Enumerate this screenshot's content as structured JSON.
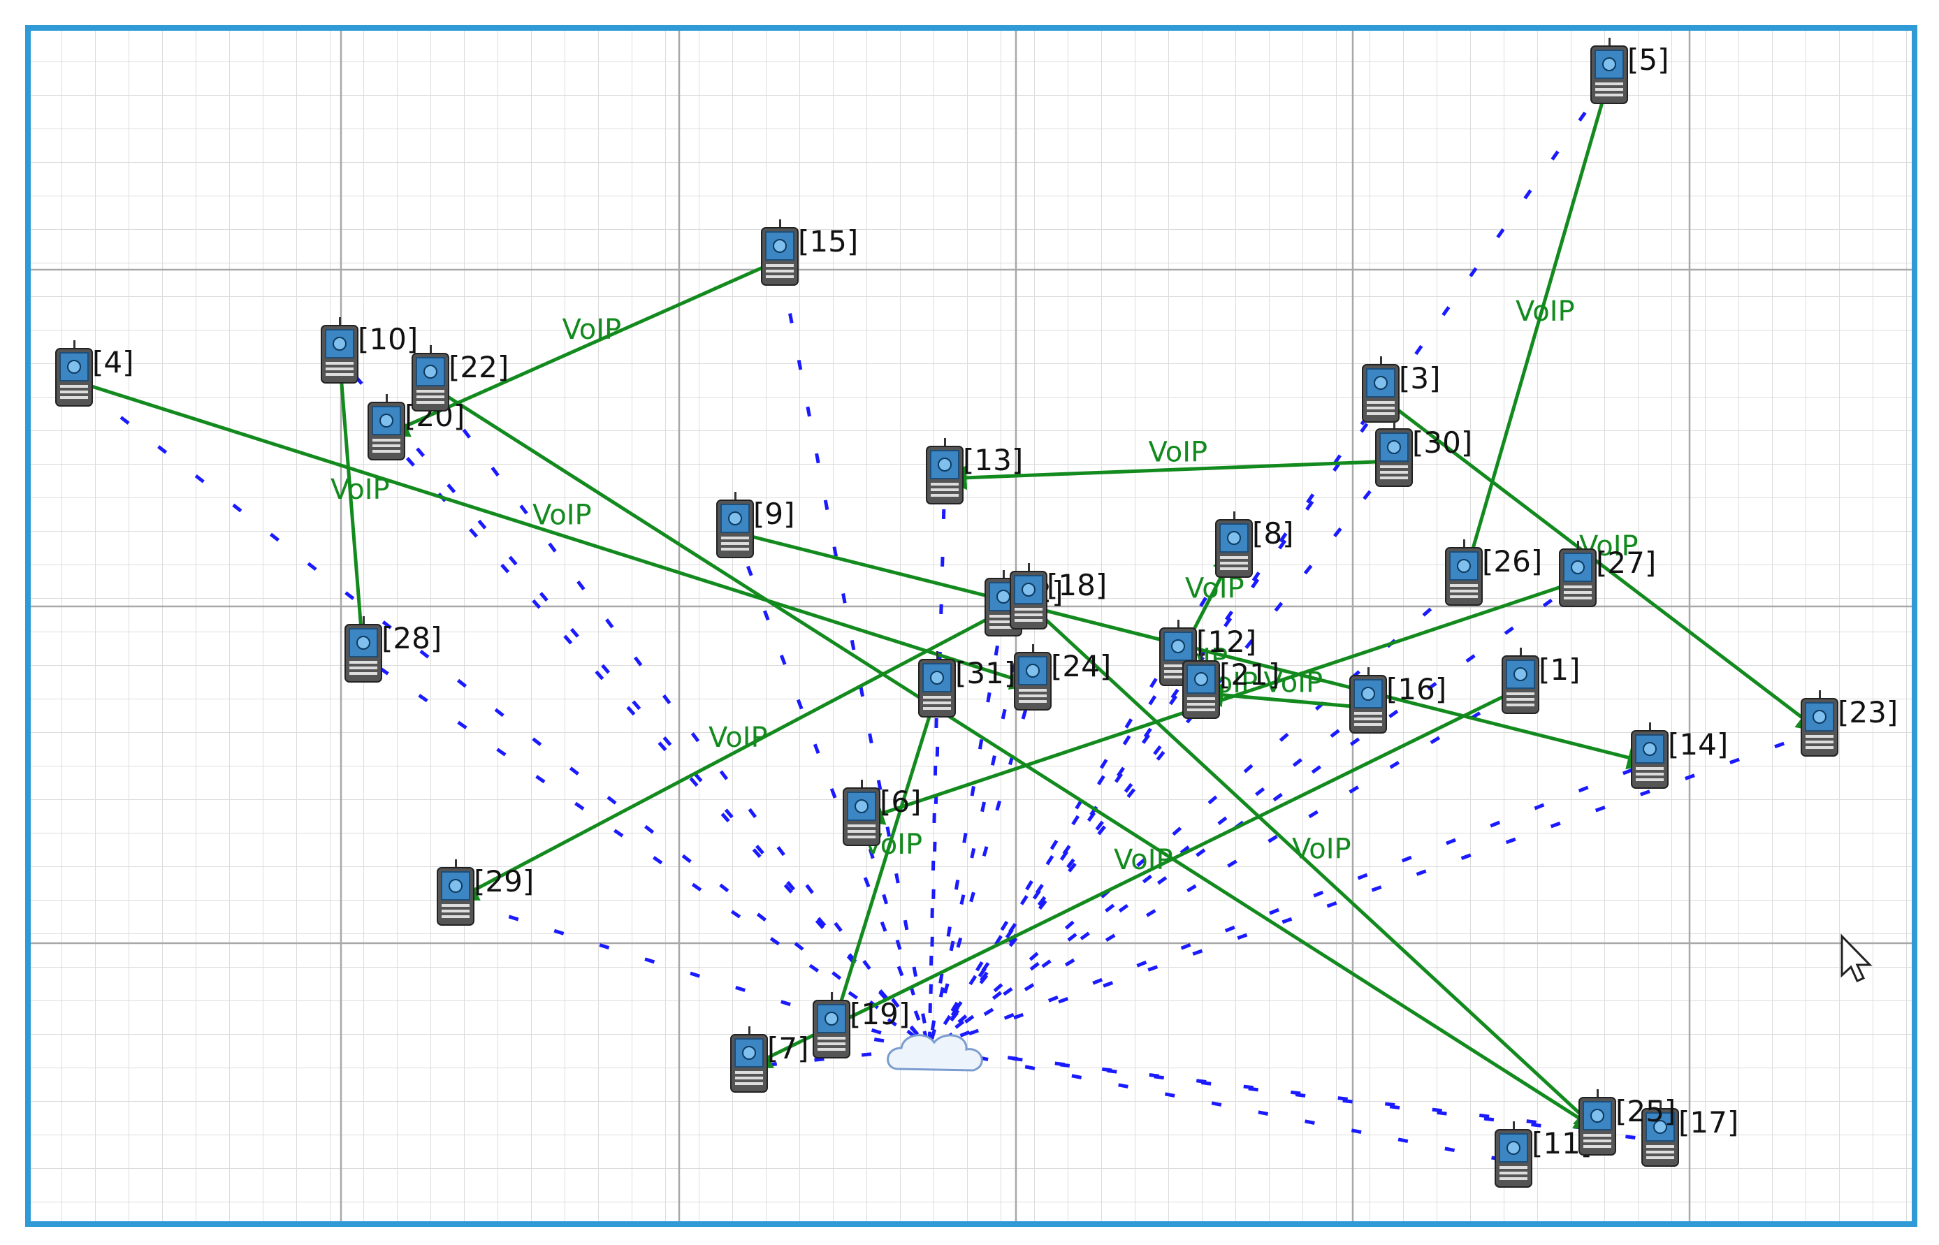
{
  "colors": {
    "frame": "#2f9ad6",
    "grid_minor": "#dcdcdc",
    "grid_major": "#a8a8a8",
    "flow": "#138a1e",
    "trace": "#1a1aff",
    "node_body": "#4a4a4a",
    "node_screen": "#2a78b8"
  },
  "icons": {
    "node": "mobile-phone-icon",
    "cloud": "cloud-icon",
    "cursor": "mouse-pointer-icon"
  },
  "nodes": [
    {
      "id": "1",
      "label": "[1]"
    },
    {
      "id": "2",
      "label": "[2]"
    },
    {
      "id": "3",
      "label": "[3]"
    },
    {
      "id": "4",
      "label": "[4]"
    },
    {
      "id": "5",
      "label": "[5]"
    },
    {
      "id": "6",
      "label": "[6]"
    },
    {
      "id": "7",
      "label": "[7]"
    },
    {
      "id": "8",
      "label": "[8]"
    },
    {
      "id": "9",
      "label": "[9]"
    },
    {
      "id": "10",
      "label": "[10]"
    },
    {
      "id": "11",
      "label": "[11]"
    },
    {
      "id": "12",
      "label": "[12]"
    },
    {
      "id": "13",
      "label": "[13]"
    },
    {
      "id": "14",
      "label": "[14]"
    },
    {
      "id": "15",
      "label": "[15]"
    },
    {
      "id": "16",
      "label": "[16]"
    },
    {
      "id": "17",
      "label": "[17]"
    },
    {
      "id": "18",
      "label": "[18]"
    },
    {
      "id": "19",
      "label": "[19]"
    },
    {
      "id": "20",
      "label": "[20]"
    },
    {
      "id": "21",
      "label": "[21]"
    },
    {
      "id": "22",
      "label": "[22]"
    },
    {
      "id": "23",
      "label": "[23]"
    },
    {
      "id": "24",
      "label": "[24]"
    },
    {
      "id": "25",
      "label": "[25]"
    },
    {
      "id": "26",
      "label": "[26]"
    },
    {
      "id": "27",
      "label": "[27]"
    },
    {
      "id": "28",
      "label": "[28]"
    },
    {
      "id": "29",
      "label": "[29]"
    },
    {
      "id": "30",
      "label": "[30]"
    },
    {
      "id": "31",
      "label": "[31]"
    }
  ],
  "flows": [
    {
      "from": "15",
      "to": "20",
      "label": "VoIP"
    },
    {
      "from": "10",
      "to": "28",
      "label": "VoIP"
    },
    {
      "from": "4",
      "to": "24",
      "label": "VoIP"
    },
    {
      "from": "30",
      "to": "13",
      "label": "VoIP"
    },
    {
      "from": "5",
      "to": "26",
      "label": "VoIP"
    },
    {
      "from": "3",
      "to": "23",
      "label": "VoIP"
    },
    {
      "from": "9",
      "to": "14",
      "label": ""
    },
    {
      "from": "2",
      "to": "29",
      "label": "VoIP"
    },
    {
      "from": "27",
      "to": "6",
      "label": "VoIP"
    },
    {
      "from": "31",
      "to": "19",
      "label": "VoIP"
    },
    {
      "from": "1",
      "to": "7",
      "label": "VoIP"
    },
    {
      "from": "18",
      "to": "25",
      "label": "VoIP"
    },
    {
      "from": "12",
      "to": "8",
      "label": "VoIP"
    },
    {
      "from": "21",
      "to": "12",
      "label": "VoIP"
    },
    {
      "from": "16",
      "to": "21",
      "label": "VoIP"
    },
    {
      "from": "22",
      "to": "25",
      "label": ""
    }
  ]
}
